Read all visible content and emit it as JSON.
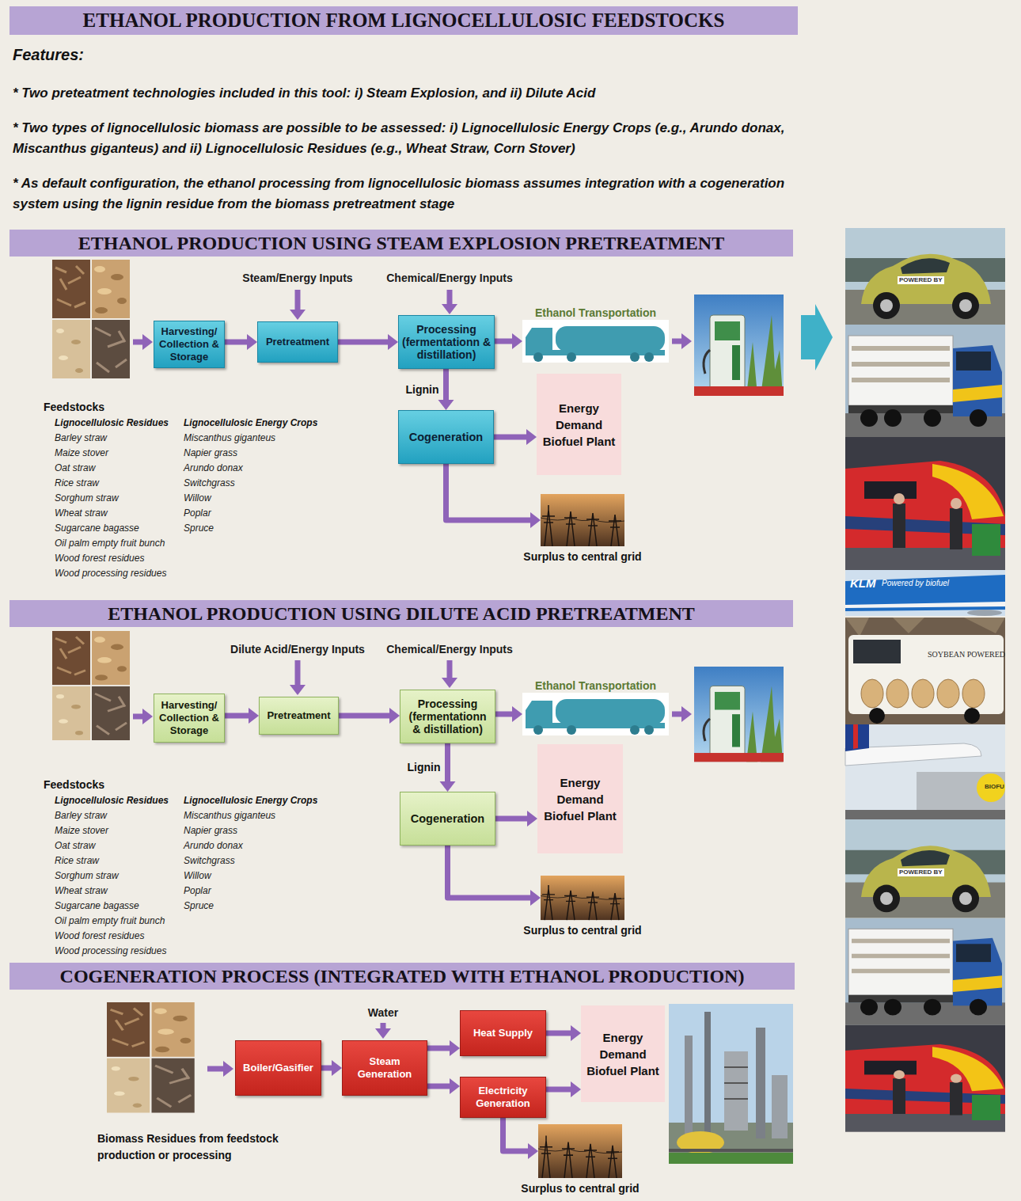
{
  "diagram": {
    "title": "ETHANOL PRODUCTION FROM LIGNOCELLULOSIC FEEDSTOCKS",
    "nodes": [
      {
        "text": [
          "ETHANOL PRODUCTION USING STEAM EXPLOSION PRETREATMENT"
        ]
      },
      {
        "text": [
          "Harvesting/ Collection & Storage"
        ]
      },
      {
        "text": [
          "Pretreatment"
        ]
      },
      {
        "text": [
          "Processing (fermentationn & distillation)"
        ]
      },
      {
        "text": [
          "Ethanol Transportation"
        ]
      },
      {
        "text": [
          "Cogeneration"
        ]
      },
      {
        "text": [
          "Energy Demand Biofuel Plant"
        ]
      },
      {
        "text": [
          "Surplus to central grid"
        ]
      },
      {
        "text": [
          "ETHANOL PRODUCTION USING DILUTE ACID PRETREATMENT"
        ]
      },
      {
        "text": [
          "Harvesting/ Collection & Storage"
        ]
      },
      {
        "text": [
          "Pretreatment"
        ]
      },
      {
        "text": [
          "Processing (fermentationn & distillation)"
        ]
      },
      {
        "text": [
          "Ethanol Transportation"
        ]
      },
      {
        "text": [
          "Cogeneration"
        ]
      },
      {
        "text": [
          "Energy Demand Biofuel Plant"
        ]
      },
      {
        "text": [
          "Surplus to central grid"
        ]
      },
      {
        "text": [
          "COGENERATION PROCESS (INTEGRATED WITH ETHANOL PRODUCTION)"
        ]
      },
      {
        "text": [
          "Boiler/Gasifier"
        ]
      },
      {
        "text": [
          "Steam Generation"
        ]
      },
      {
        "text": [
          "Heat Supply"
        ]
      },
      {
        "text": [
          "Electricity Generation"
        ]
      },
      {
        "text": [
          "Energy Demand Biofuel Plant"
        ]
      },
      {
        "text": [
          "Surplus to central grid"
        ]
      }
    ],
    "edges": [
      {
        "from": 1,
        "to": 2,
        "arrow": "to"
      },
      {
        "from": 2,
        "to": 3,
        "arrow": "to"
      },
      {
        "from": 3,
        "to": 4,
        "arrow": "to"
      },
      {
        "from": 3,
        "to": 5,
        "label": "Lignin",
        "arrow": "to"
      },
      {
        "from": 5,
        "to": 6,
        "arrow": "to"
      },
      {
        "from": 5,
        "to": 7,
        "arrow": "to"
      },
      {
        "from": 9,
        "to": 10,
        "arrow": "to"
      },
      {
        "from": 10,
        "to": 11,
        "arrow": "to"
      },
      {
        "from": 11,
        "to": 12,
        "arrow": "to"
      },
      {
        "from": 11,
        "to": 13,
        "label": "Lignin",
        "arrow": "to"
      },
      {
        "from": 13,
        "to": 14,
        "arrow": "to"
      },
      {
        "from": 13,
        "to": 15,
        "arrow": "to"
      },
      {
        "from": 17,
        "to": 18,
        "arrow": "to"
      },
      {
        "from": 18,
        "to": 19,
        "arrow": "to"
      },
      {
        "from": 18,
        "to": 20,
        "arrow": "to"
      },
      {
        "from": 19,
        "to": 21,
        "arrow": "to"
      },
      {
        "from": 20,
        "to": 21,
        "arrow": "to"
      },
      {
        "from": 20,
        "to": 22,
        "arrow": "to"
      }
    ],
    "labels": [
      "Features:",
      "* Two preteatment technologies included in this tool: i) Steam Explosion, and ii) Dilute Acid",
      "* Two types of lignocellulosic biomass are possible to be assessed: i) Lignocellulosic Energy Crops (e.g., Arundo donax, Miscanthus giganteus) and ii) Lignocellulosic Residues (e.g., Wheat Straw, Corn Stover)",
      "* As default configuration, the ethanol processing from lignocellulosic biomass assumes integration with a cogeneration system using the lignin residue from the biomass pretreatment stage",
      "Steam/Energy Inputs",
      "Chemical/Energy Inputs",
      "Feedstocks",
      "Lignocellulosic Residues",
      "Barley straw",
      "Maize stover",
      "Oat straw",
      "Rice straw",
      "Sorghum straw",
      "Wheat straw",
      "Sugarcane bagasse",
      "Oil palm empty fruit bunch",
      "Wood forest residues",
      "Wood processing residues",
      "Lignocellulosic Energy Crops",
      "Miscanthus giganteus",
      "Napier grass",
      "Arundo donax",
      "Switchgrass",
      "Willow",
      "Poplar",
      "Spruce",
      "Dilute Acid/Energy Inputs",
      "Chemical/Energy Inputs",
      "Feedstocks",
      "Lignocellulosic Residues",
      "Barley straw",
      "Maize stover",
      "Oat straw",
      "Rice straw",
      "Sorghum straw",
      "Wheat straw",
      "Sugarcane bagasse",
      "Oil palm empty fruit bunch",
      "Wood forest residues",
      "Wood processing residues",
      "Lignocellulosic Energy Crops",
      "Miscanthus giganteus",
      "Napier grass",
      "Arundo donax",
      "Switchgrass",
      "Willow",
      "Poplar",
      "Spruce",
      "Water",
      "Biomass Residues from feedstock production or processing",
      "POWERED BY",
      "KLM",
      "Powered by biofuel",
      "SOYBEAN POWERED",
      "BIOFU",
      "POWERED BY"
    ]
  }
}
